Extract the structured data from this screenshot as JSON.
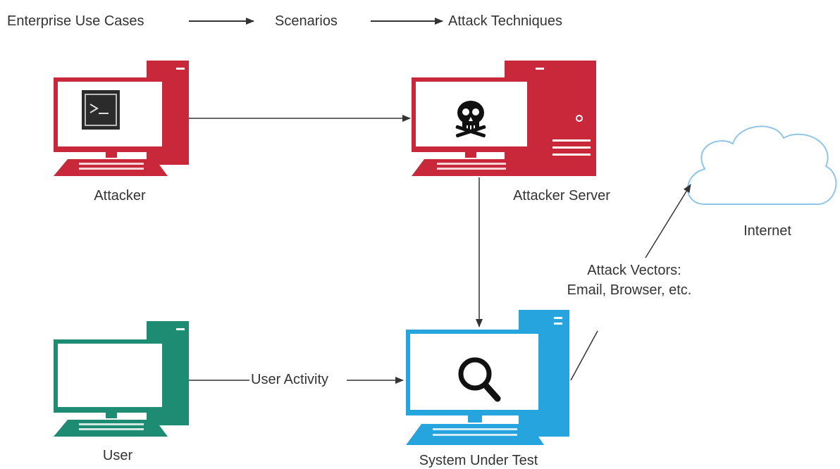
{
  "header": {
    "step1": "Enterprise Use Cases",
    "step2": "Scenarios",
    "step3": "Attack Techniques"
  },
  "nodes": {
    "attacker": "Attacker",
    "attacker_server": "Attacker Server",
    "user": "User",
    "system_under_test": "System Under Test",
    "internet": "Internet"
  },
  "edges": {
    "user_activity": "User Activity",
    "attack_vectors_line1": "Attack Vectors:",
    "attack_vectors_line2": "Email, Browser, etc."
  },
  "colors": {
    "attacker": "#C8283A",
    "user": "#1E8C72",
    "system": "#26A4DD",
    "cloud_stroke": "#8FC6E8",
    "arrow": "#333333"
  }
}
